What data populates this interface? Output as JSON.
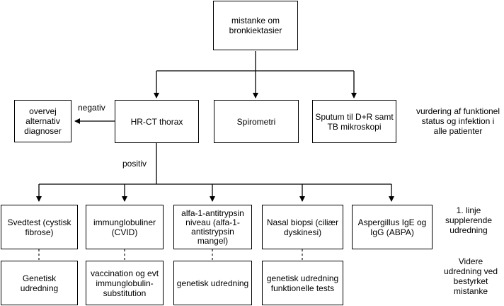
{
  "nodes": {
    "root": "mistanke om\nbronkiektasier",
    "alt": "overvej\nalternativ\ndiagnoser",
    "hrct": "HR-CT thorax",
    "spiro": "Spirometri",
    "sputum": "Sputum til D+R samt\nTB mikroskopi",
    "svedtest": "Svedtest (cystisk\nfibrose)",
    "immun": "immunglobuliner\n(CVID)",
    "alfa": "alfa-1-antitrypsin\nniveau (alfa-1-\nantistrypsin\nmangel)",
    "nasal": "Nasal biopsi (ciliær\ndyskinesi)",
    "asperg": "Aspergillus IgE og\nIgG (ABPA)",
    "gen1": "Genetisk udredning",
    "vacc": "vaccination og evt\nimmunglobulin-\nsubstitution",
    "gen2": "genetisk udredning",
    "gen3": "genetisk udredning\nfunktionelle tests"
  },
  "edge_labels": {
    "negativ": "negativ",
    "positiv": "positiv"
  },
  "side_notes": {
    "vurdering": "vurdering af funktionel\nstatus og infektion i\nalle patienter",
    "linje1": "1. linje\nsupplerende\nudredning",
    "videre": "Videre\nudredning ved\nbestyrket\nmistanke"
  }
}
